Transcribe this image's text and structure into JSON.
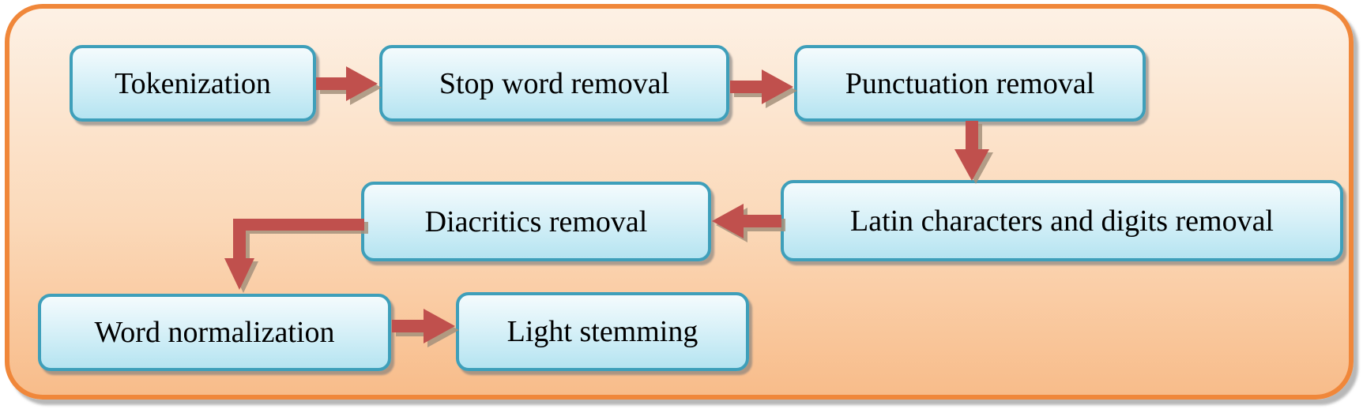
{
  "diagram": {
    "type": "flowchart",
    "nodes": [
      {
        "id": "tokenization",
        "label": "Tokenization"
      },
      {
        "id": "stop-word-removal",
        "label": "Stop word removal"
      },
      {
        "id": "punctuation-removal",
        "label": "Punctuation removal"
      },
      {
        "id": "latin-chars-digits-removal",
        "label": "Latin characters and digits removal"
      },
      {
        "id": "diacritics-removal",
        "label": "Diacritics removal"
      },
      {
        "id": "word-normalization",
        "label": "Word normalization"
      },
      {
        "id": "light-stemming",
        "label": "Light stemming"
      }
    ],
    "edges": [
      {
        "from": "tokenization",
        "to": "stop-word-removal",
        "direction": "right"
      },
      {
        "from": "stop-word-removal",
        "to": "punctuation-removal",
        "direction": "right"
      },
      {
        "from": "punctuation-removal",
        "to": "latin-chars-digits-removal",
        "direction": "down"
      },
      {
        "from": "latin-chars-digits-removal",
        "to": "diacritics-removal",
        "direction": "left"
      },
      {
        "from": "diacritics-removal",
        "to": "word-normalization",
        "direction": "elbow-left-down"
      },
      {
        "from": "word-normalization",
        "to": "light-stemming",
        "direction": "right"
      }
    ],
    "colors": {
      "panel_border": "#f0873a",
      "panel_fill_top": "#fdf1e5",
      "panel_fill_bottom": "#f8bc8a",
      "node_border": "#3e9fba",
      "node_fill_top": "#f4fbfd",
      "node_fill_bottom": "#b5e4f1",
      "arrow": "#c0504d",
      "text": "#000000"
    }
  }
}
